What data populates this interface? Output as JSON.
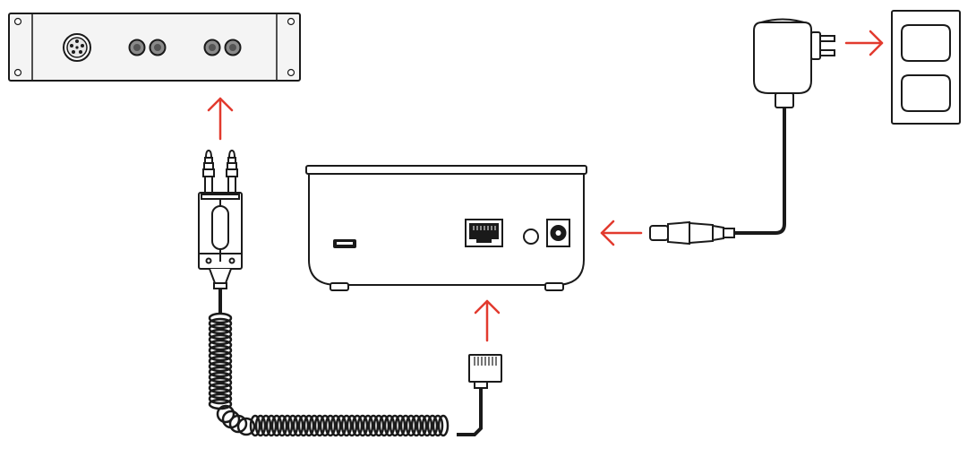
{
  "diagram": {
    "description_items": [
      "panel-with-ports",
      "dual-plug-headset-adapter",
      "coiled-cable",
      "rj-connector",
      "base-station",
      "barrel-plug",
      "power-adapter",
      "wall-outlet"
    ],
    "colors": {
      "outline": "#1a1a1a",
      "arrow": "#e23a2e",
      "fill": "#ffffff",
      "panel_fill": "#f4f4f4",
      "port_fill": "#8a8a8a"
    },
    "icons": {
      "arrow": "arrow-icon",
      "panel_round_connector": "circular-connector-icon",
      "jack": "audio-jack-icon",
      "rj45_port": "rj45-port-icon",
      "usb_port": "usb-port-icon",
      "dc_jack": "dc-power-jack-icon",
      "outlet": "wall-outlet-icon"
    }
  }
}
